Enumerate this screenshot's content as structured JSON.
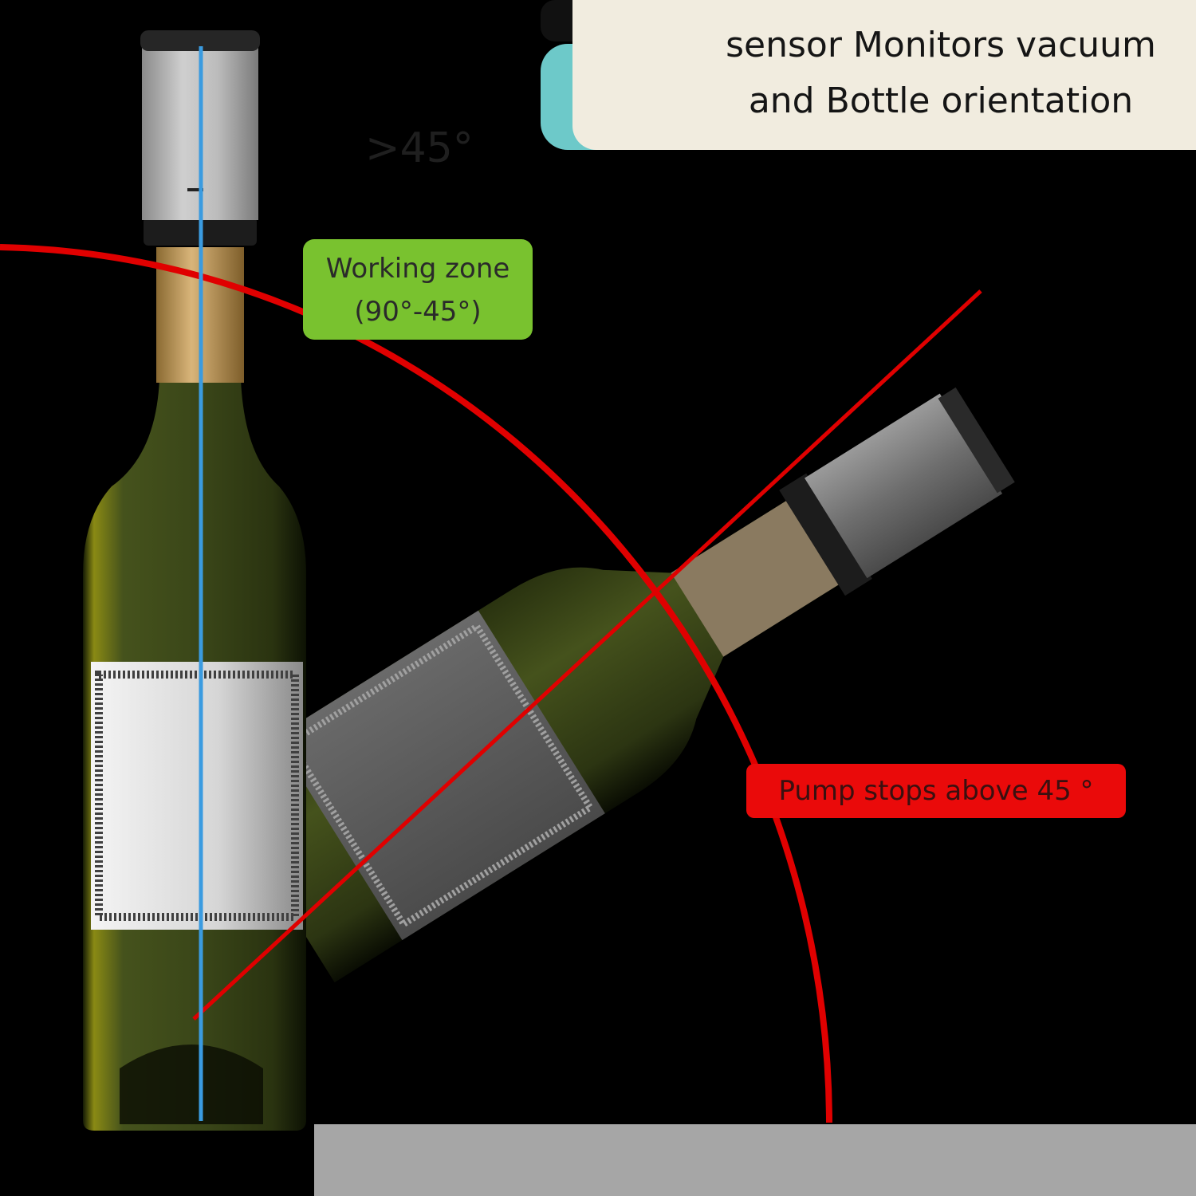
{
  "header": {
    "line1": "sensor  Monitors vacuum",
    "line2": "and Bottle orientation"
  },
  "angle_label": ">45°",
  "working_zone": {
    "line1": "Working zone",
    "line2": "(90°-45°)"
  },
  "pump_stop_label": "Pump stops above 45 °",
  "colors": {
    "background": "#000000",
    "header_card": "#f1ecdf",
    "header_accent": "#6dc9c9",
    "working_zone": "#79c22f",
    "pump_stop": "#ea0a0a",
    "arc": "#e00000",
    "vertical_axis": "#3a9be0",
    "bottle_glass": "#3d4a18"
  }
}
